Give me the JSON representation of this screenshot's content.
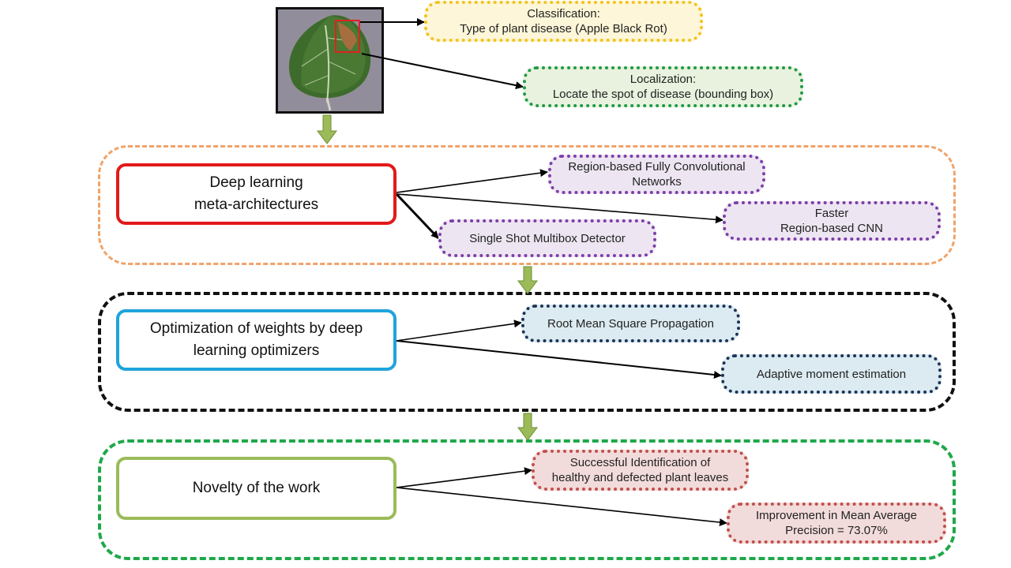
{
  "image": {
    "name": "apple-leaf-photo",
    "highlight_color": "#e02020"
  },
  "targets": {
    "classification": {
      "title": "Classification:",
      "text": "Type of plant disease (Apple Black Rot)",
      "fill": "#fef6d8",
      "border": "#f2c31f"
    },
    "localization": {
      "title": "Localization:",
      "text": "Locate the spot of disease (bounding box)",
      "fill": "#e8f2df",
      "border": "#1f9a45"
    }
  },
  "sections": {
    "meta": {
      "group_border": "#f0a36a",
      "main": {
        "line1": "Deep learning",
        "line2": "meta-architectures",
        "border": "#e21919"
      },
      "children": [
        {
          "line1": "Region-based Fully Convolutional",
          "line2": "Networks"
        },
        {
          "line1": "Faster",
          "line2": "Region-based CNN"
        },
        {
          "line1": "Single Shot Multibox Detector",
          "line2": ""
        }
      ],
      "child_fill": "#ede6f2",
      "child_border": "#7d3ea6"
    },
    "optim": {
      "group_border": "#111111",
      "main": {
        "line1": "Optimization of weights by deep",
        "line2": "learning optimizers",
        "border": "#1fa3dc"
      },
      "children": [
        {
          "line1": "Root Mean Square Propagation",
          "line2": ""
        },
        {
          "line1": "Adaptive moment estimation",
          "line2": ""
        }
      ],
      "child_fill": "#dcebf1",
      "child_border": "#1d3457"
    },
    "novelty": {
      "group_border": "#1fa84a",
      "main": {
        "line1": "Novelty of the work",
        "line2": "",
        "border": "#9bbb59"
      },
      "children": [
        {
          "line1": "Successful Identification of",
          "line2": "healthy and defected plant leaves"
        },
        {
          "line1": "Improvement in Mean Average",
          "line2": "Precision = 73.07%"
        }
      ],
      "child_fill": "#f2dcdb",
      "child_border": "#c0504d"
    }
  },
  "flow_arrow_color": "#9bbb59"
}
